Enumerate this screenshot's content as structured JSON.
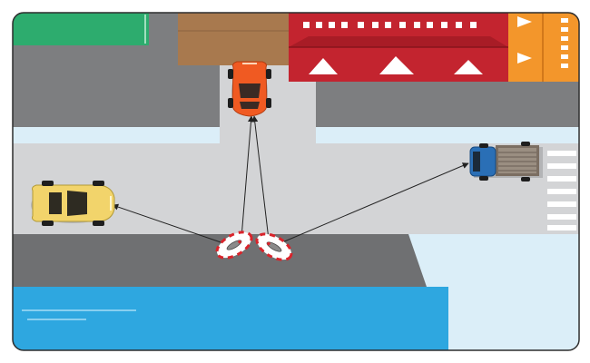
{
  "scene": {
    "colors": {
      "frame": "#2d2d2d",
      "background": "#ffffff",
      "asphalt": "#7d7e80",
      "asphalt_dark": "#6f7072",
      "sidewalk": "#dbeef8",
      "road_light": "#d3d4d6",
      "green_lot": "#2dac6e",
      "brown_roof": "#a8794e",
      "red_building": "#c3242f",
      "orange_building": "#f3962b",
      "water": "#2ea7e0",
      "crosswalk": "#ffffff",
      "sight_line": "#222222",
      "drone_ring_red": "#d9242b",
      "drone_ring_white": "#ffffff"
    },
    "vehicles": [
      {
        "name": "orange-car",
        "color": "#f05a22",
        "heading": "south"
      },
      {
        "name": "yellow-car",
        "color": "#f2d46b",
        "heading": "east"
      },
      {
        "name": "blue-truck",
        "color": "#2a6fb6",
        "heading": "west"
      }
    ],
    "observers": [
      {
        "name": "drone-left"
      },
      {
        "name": "drone-right"
      }
    ],
    "links": [
      {
        "from": "drone-left",
        "to": "yellow-car"
      },
      {
        "from": "drone-left",
        "to": "orange-car"
      },
      {
        "from": "drone-right",
        "to": "orange-car"
      },
      {
        "from": "drone-right",
        "to": "blue-truck"
      }
    ]
  }
}
